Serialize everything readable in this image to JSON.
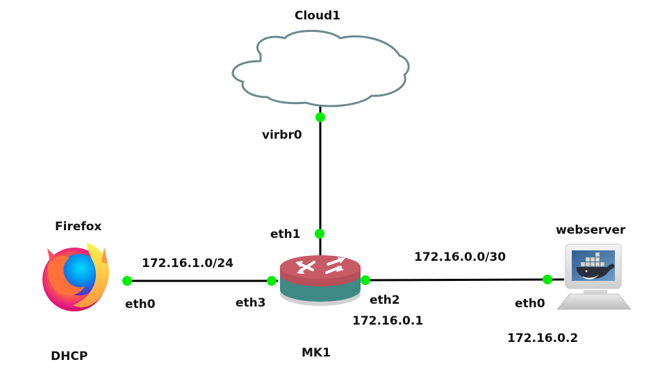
{
  "diagram": {
    "colors": {
      "link": "#000000",
      "port_dot": "#00ee00",
      "cloud_stroke": "#6b8a8c",
      "router_top": "#c85a66",
      "router_side": "#3e8a87"
    },
    "nodes": {
      "cloud": {
        "name": "Cloud1",
        "type": "cloud"
      },
      "router": {
        "name": "MK1",
        "type": "router"
      },
      "client": {
        "name": "Firefox",
        "type": "firefox-host",
        "note": "DHCP"
      },
      "server": {
        "name": "webserver",
        "type": "docker-host"
      }
    },
    "links": [
      {
        "id": "cloud-router",
        "a_port": "virbr0",
        "b_port": "eth1",
        "subnet": ""
      },
      {
        "id": "client-router",
        "a_port": "eth0",
        "b_port": "eth3",
        "subnet": "172.16.1.0/24"
      },
      {
        "id": "router-server",
        "a_port": "eth2",
        "b_port": "eth0",
        "subnet": "172.16.0.0/30"
      }
    ],
    "addresses": {
      "router_eth2": "172.16.0.1",
      "server_eth0": "172.16.0.2"
    }
  }
}
